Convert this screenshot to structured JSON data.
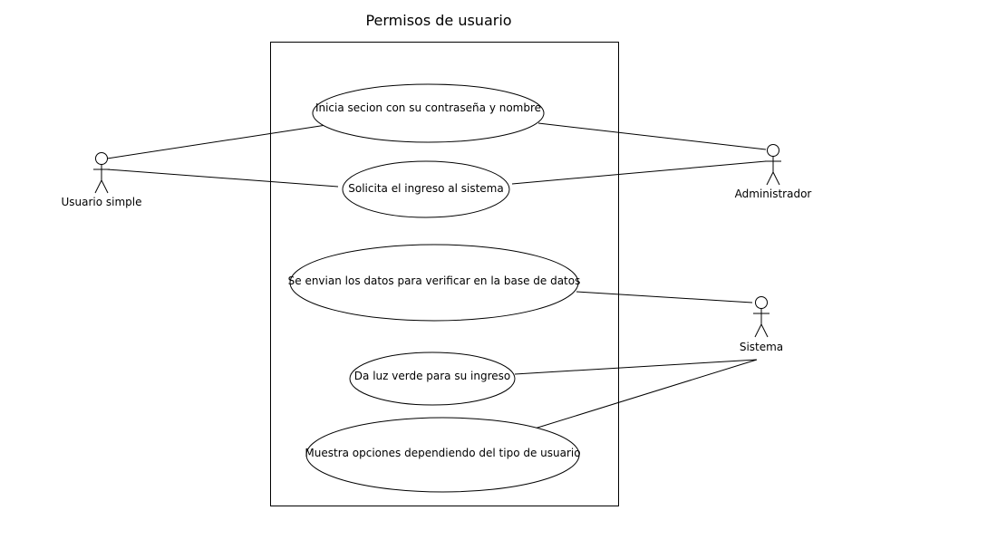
{
  "diagram": {
    "title": "Permisos de usuario",
    "actors": {
      "usuario_simple": "Usuario simple",
      "administrador": "Administrador",
      "sistema": "Sistema"
    },
    "use_cases": {
      "inicia_sesion": "Inicia secion con su contraseña y nombre",
      "solicita_ingreso": "Solicita el ingreso al sistema",
      "envian_datos": "Se envian los datos para verificar en la base de datos",
      "luz_verde": "Da luz verde para su ingreso",
      "muestra_opciones": "Muestra opciones dependiendo del tipo de usuario"
    }
  }
}
